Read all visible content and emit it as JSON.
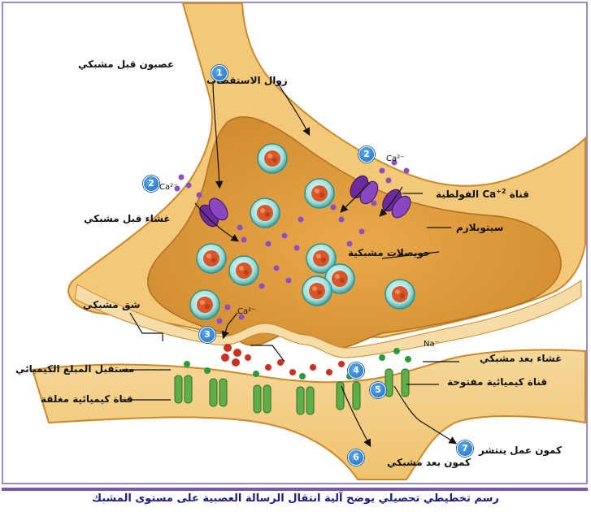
{
  "labels": {
    "presynaptic_neuron": "عصبون قبل مشبكي",
    "depolarization": "زوال الاستقطاب",
    "presynaptic_membrane": "غشاء قبل مشبكي",
    "voltage_channel_prefix": "قناة ",
    "voltage_channel_ion": "Ca",
    "voltage_channel_charge": "+2",
    "voltage_channel_suffix": " الفولطية",
    "cytoplasm": "سيتوبلازم",
    "synaptic_vesicles": "حويصلات مشبكية",
    "synaptic_cleft": "شق مشبكي",
    "postsynaptic_membrane": "غشاء بعد مشبكي",
    "chemical_receptor": "مستقبل المبلغ الكيميائي",
    "open_channel": "قناة كيميائية مفتوحة",
    "closed_channel": "قناة كيميائية مغلقة",
    "postsynaptic_potential": "كمون بعد مشبكي",
    "propagated_action_potential": "كمون عمل ينتشر"
  },
  "ions": {
    "ca_left": "Ca²⁻",
    "ca_right": "Ca²⁻",
    "ca_bottom": "Ca²⁻",
    "na": "Na⁻"
  },
  "steps": [
    "1",
    "2",
    "2",
    "3",
    "4",
    "5",
    "6",
    "7"
  ],
  "caption": "رسم تخطيطي تحصيلي يوضح آلية انتقال الرسالة العصبية على مستوى المشبك",
  "colors": {
    "neuron_fill": "#f3c879",
    "neuron_edge": "#c98a2c",
    "vesicle_ring": "#7fd3d0",
    "vesicle_core": "#d8572a",
    "calcium": "#8b4fc2",
    "channel": "#6c2c9c",
    "receptor": "#5fae4a",
    "caption_bar": "#7a58a8"
  }
}
